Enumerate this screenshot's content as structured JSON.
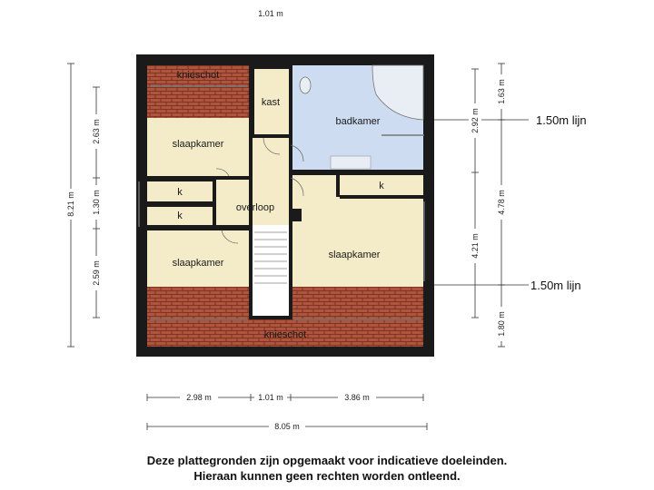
{
  "rooms": {
    "knieschot_top": "knieschot",
    "knieschot_bottom": "knieschot",
    "kast": "kast",
    "badkamer": "badkamer",
    "slaapkamer_left_top": "slaapkamer",
    "k1": "k",
    "k2": "k",
    "k3": "k",
    "overloop": "overloop",
    "slaapkamer_left_bottom": "slaapkamer",
    "slaapkamer_right": "slaapkamer"
  },
  "dimensions": {
    "top_width": "1.01 m",
    "left_total": "8.21 m",
    "left_top": "2.63 m",
    "left_mid": "1.30 m",
    "left_bottom": "2.59 m",
    "right_inner_top": "2.92 m",
    "right_inner_bottom": "4.21 m",
    "right_outer_top": "1.63 m",
    "right_outer_mid": "4.78 m",
    "right_outer_bottom": "1.80 m",
    "bottom_left": "2.98 m",
    "bottom_mid": "1.01 m",
    "bottom_right": "3.86 m",
    "bottom_total": "8.05 m"
  },
  "lines": {
    "lijn_top": "1.50m lijn",
    "lijn_bottom": "1.50m lijn"
  },
  "disclaimer": {
    "line1": "Deze plattegronden zijn opgemaakt voor indicatieve doeleinden.",
    "line2": "Hieraan kunnen geen rechten worden ontleend."
  },
  "colors": {
    "wall": "#1a1a1a",
    "floor": "#f4ecc9",
    "bath": "#cddcf0",
    "roof": "#b0553d",
    "roof_line": "#6e2a1c"
  }
}
